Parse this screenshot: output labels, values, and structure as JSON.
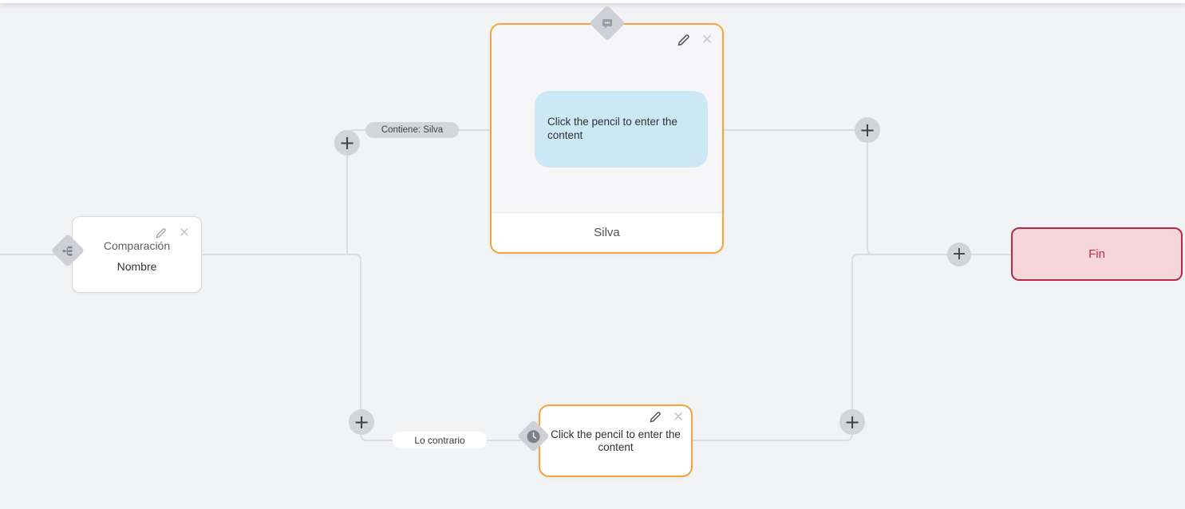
{
  "canvas": {
    "background": "#f2f3f5",
    "connector_color": "#dbdcdf"
  },
  "comparison_node": {
    "title": "Comparación",
    "subtitle": "Nombre"
  },
  "message_node": {
    "bubble_text": "Click the pencil to enter the content",
    "footer_label": "Silva",
    "accent_color": "#f8a23a"
  },
  "delay_node": {
    "text": "Click the pencil to enter the content",
    "accent_color": "#f8a23a"
  },
  "end_node": {
    "label": "Fin",
    "background": "#f6d6db",
    "border_color": "#b52a45",
    "text_color": "#c32b49"
  },
  "edge_labels": {
    "match": "Contiene: Silva",
    "no_match": "Lo contrario"
  },
  "add_button_label": "+"
}
